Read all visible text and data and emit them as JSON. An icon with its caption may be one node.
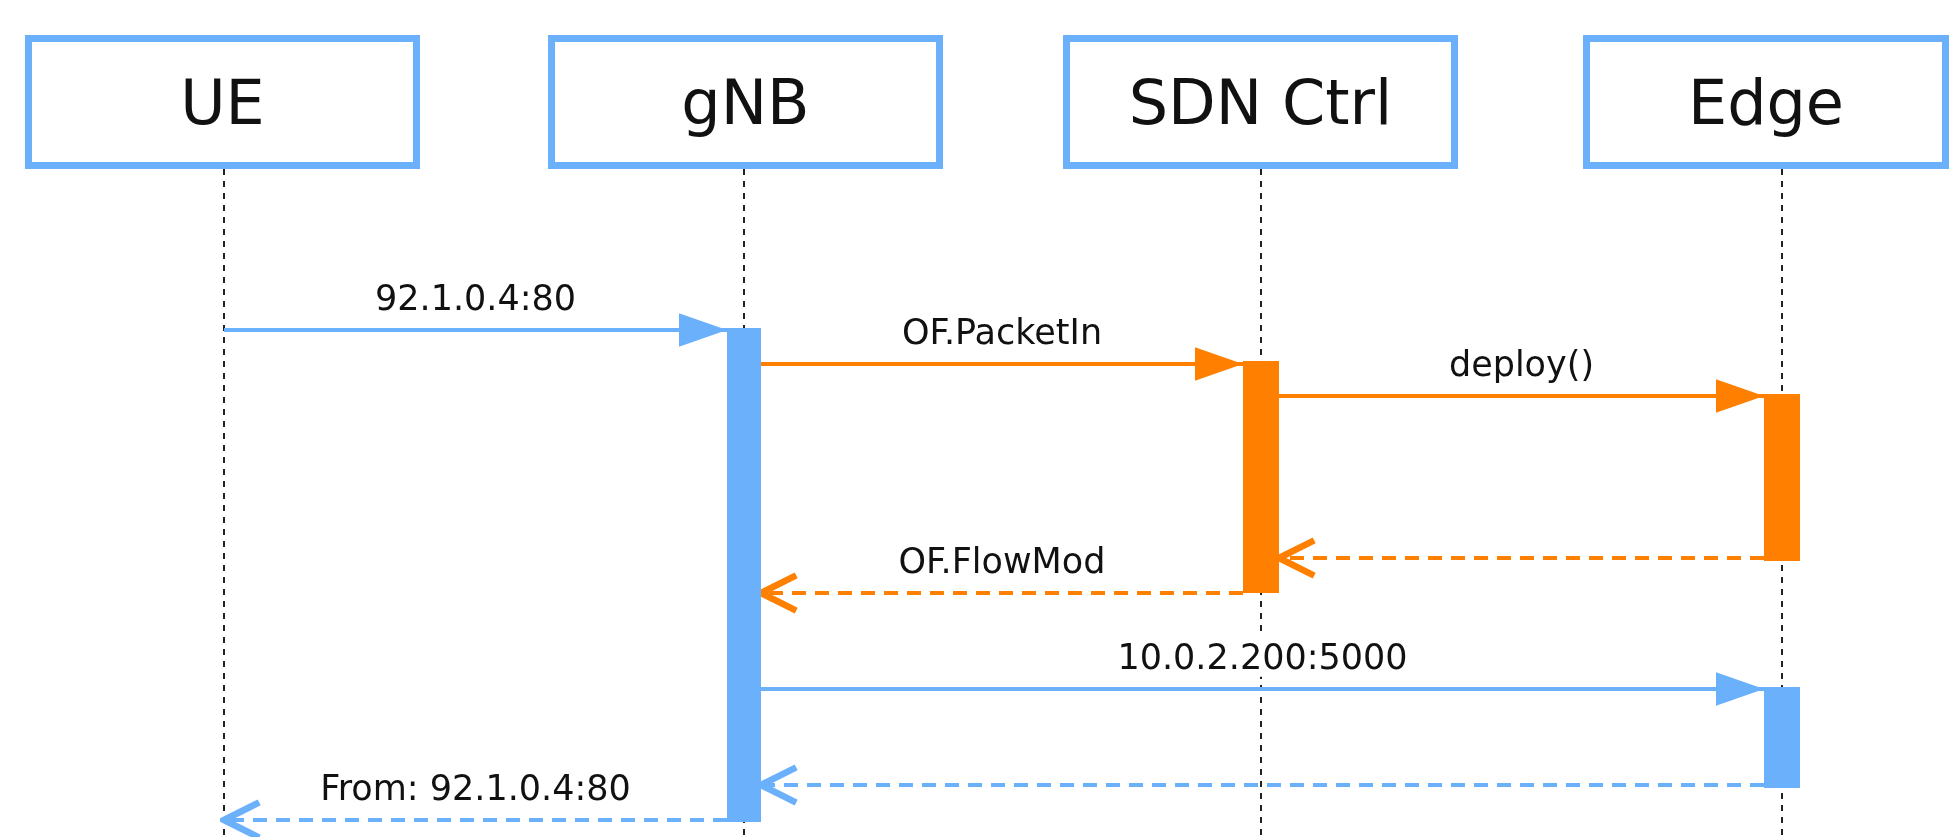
{
  "diagram": {
    "nodes": [
      {
        "text": [
          "UE"
        ]
      },
      {
        "text": [
          "gNB"
        ]
      },
      {
        "text": [
          "SDN Ctrl"
        ]
      },
      {
        "text": [
          "Edge"
        ]
      },
      {
        "text": [],
        "shape": "bar"
      },
      {
        "text": [],
        "shape": "bar"
      },
      {
        "text": [],
        "shape": "bar"
      },
      {
        "text": [],
        "shape": "bar"
      }
    ],
    "edges": [
      {
        "from": null,
        "to": 4,
        "arrow": "to",
        "label": "92.1.0.4:80"
      },
      {
        "from": 4,
        "to": 5,
        "arrow": "to",
        "label": "OF.PacketIn",
        "color": "#ff8000"
      },
      {
        "from": 5,
        "to": 6,
        "arrow": "to",
        "label": "deploy()",
        "color": "#ff8000"
      },
      {
        "from": 6,
        "to": 5,
        "arrow": "to",
        "style": "dashed",
        "color": "#ff8000"
      },
      {
        "from": 5,
        "to": 4,
        "arrow": "to",
        "label": "OF.FlowMod",
        "style": "dashed",
        "color": "#ff8000"
      },
      {
        "from": 4,
        "to": 7,
        "arrow": "to",
        "label": "10.0.2.200:5000"
      },
      {
        "from": 7,
        "to": 4,
        "arrow": "to",
        "style": "dashed"
      },
      {
        "from": 4,
        "to": null,
        "arrow": "to",
        "label": "From: 92.1.0.4:80",
        "style": "dashed"
      }
    ]
  }
}
